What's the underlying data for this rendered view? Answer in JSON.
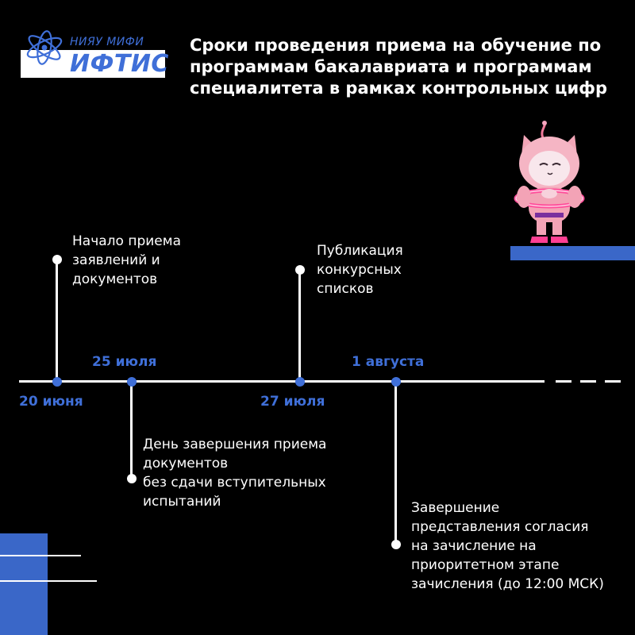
{
  "logo": {
    "org": "НИЯУ МИФИ",
    "institute": "ИФТИС"
  },
  "title": "Сроки проведения приема на обучение по программам бакалавриата и программам специалитета в рамках контрольных цифр",
  "colors": {
    "accent": "#3f6fd8",
    "block": "#3a67c8",
    "background": "#000000",
    "text": "#ffffff"
  },
  "timeline": {
    "dates": {
      "jun20": "20 июня",
      "jul25": "25 июля",
      "jul27": "27 июля",
      "aug1": "1 августа"
    },
    "events": {
      "start": [
        "Начало приема",
        "заявлений и",
        "документов"
      ],
      "end_no_exams": [
        "День завершения приема",
        "документов",
        "без сдачи вступительных",
        "испытаний"
      ],
      "publication": [
        "Публикация",
        "конкурсных",
        "списков"
      ],
      "consent": [
        "Завершение",
        "представления согласия",
        "на зачисление на",
        "приоритетном этапе",
        "зачисления (до 12:00 МСК)"
      ]
    }
  },
  "icons": {
    "logo_mark": "atom-icon",
    "mascot": "astronaut-cat-mascot"
  }
}
